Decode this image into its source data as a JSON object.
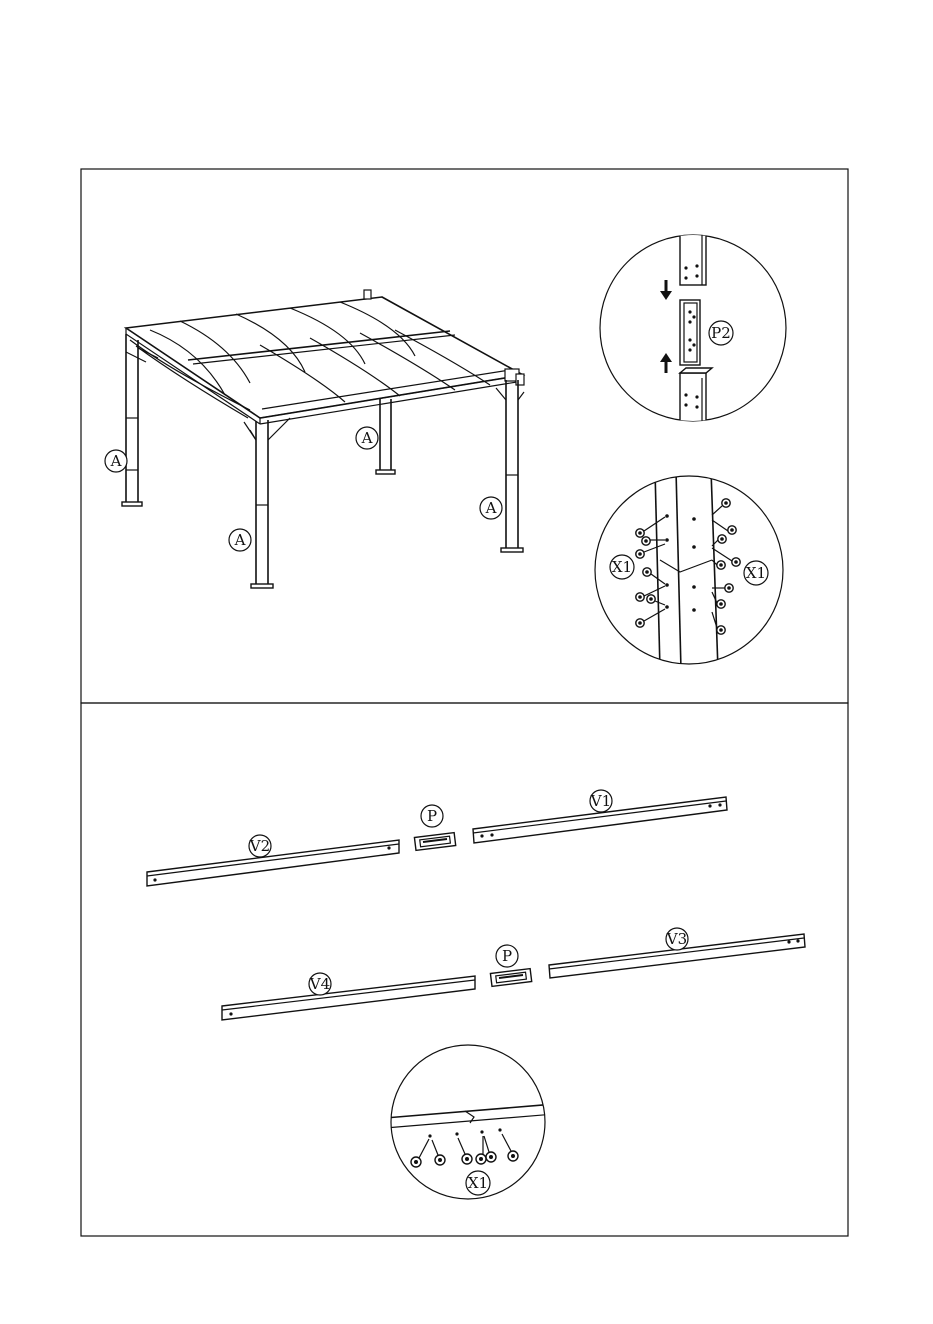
{
  "labels": {
    "post": "A",
    "connector_p2": "P2",
    "screw_x1": "X1",
    "beam_v1": "V1",
    "beam_v2": "V2",
    "beam_v3": "V3",
    "beam_v4": "V4",
    "connector_p": "P"
  }
}
